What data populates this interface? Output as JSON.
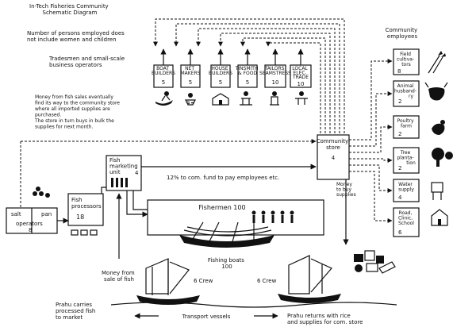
{
  "title": [
    "In-Tech Fisheries Community",
    "Schematic Diagram"
  ],
  "note_employment": [
    "Number of persons employed does",
    "not include women and children"
  ],
  "tradesmen_label": [
    "Tradesmen and small-scale",
    "business operators"
  ],
  "money_note": [
    "Money from fish sales eventually",
    "find its way to the community store",
    "where all imported supplies are",
    "purchased.",
    "The store in turn buys in bulk the",
    "supplies for next month."
  ],
  "community_employees_label": [
    "Community",
    "employees"
  ],
  "trades": [
    {
      "lines": [
        "BOAT",
        "BUILDERS"
      ],
      "count": "5"
    },
    {
      "lines": [
        "NET",
        "MAKERS"
      ],
      "count": "5"
    },
    {
      "lines": [
        "HOUSE",
        "BUILDERS"
      ],
      "count": "5"
    },
    {
      "lines": [
        "TINSMITH",
        "& FOOD"
      ],
      "count": "5"
    },
    {
      "lines": [
        "TAILORS",
        "SEAMSTRESS"
      ],
      "count": "10"
    },
    {
      "lines": [
        "LOCAL",
        "ELEC.",
        "TRADE"
      ],
      "count": "10"
    }
  ],
  "employees": [
    {
      "lines": [
        "Field",
        "cultiva-",
        "tors"
      ],
      "count": "8"
    },
    {
      "lines": [
        "Animal",
        "husband-",
        "ry"
      ],
      "count": "2"
    },
    {
      "lines": [
        "Poultry",
        "farm"
      ],
      "count": "2"
    },
    {
      "lines": [
        "Tree",
        "planta-",
        "tion"
      ],
      "count": "2"
    },
    {
      "lines": [
        "Water",
        "supply"
      ],
      "count": "4"
    },
    {
      "lines": [
        "Road,",
        "Clinic,",
        "School"
      ],
      "count": "6"
    }
  ],
  "community_store": {
    "lines": [
      "Community",
      "store"
    ],
    "count": "4"
  },
  "fish_marketing": {
    "lines": [
      "Fish",
      "marketing",
      "unit"
    ],
    "count": "4"
  },
  "fish_processors": {
    "lines": [
      "Fish",
      "processors"
    ],
    "count": "18"
  },
  "salt_pan": {
    "salt": "salt",
    "pan": "pan",
    "operators": "operators",
    "count": "8"
  },
  "fishermen": "Fishermen 100",
  "comm_fund": "12% to com. fund to pay employees etc.",
  "money_to_buy": [
    "Money",
    "to buy",
    "supplies"
  ],
  "fishing_boats": [
    "Fishing boats",
    "100"
  ],
  "money_from_sale": [
    "Money from",
    "sale of fish"
  ],
  "crew_left": "6 Crew",
  "crew_right": "6 Crew",
  "transport_vessels": "Transport vessels",
  "prahu_left": [
    "Prahu carries",
    "processed fish",
    "to market"
  ],
  "prahu_right": [
    "Prahu returns with rice",
    "and supplies for com. store"
  ]
}
